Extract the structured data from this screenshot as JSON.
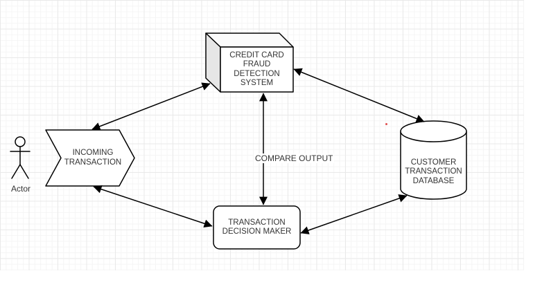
{
  "canvas": {
    "type": "drawio-grid-canvas",
    "colors": {
      "stroke": "#000000",
      "text": "#333333",
      "grid_minor": "#f5f5f5",
      "grid_major": "#e9e9e9",
      "cube_side": "#e6e6e6",
      "node_fill": "#ffffff",
      "accent_dot": "#e04f4f",
      "label_bg": "#ffffff"
    }
  },
  "nodes": {
    "fraud_system": {
      "type": "cube",
      "lines": [
        "CREDIT CARD",
        "FRAUD",
        "DETECTION",
        "SYSTEM"
      ]
    },
    "incoming_transaction": {
      "type": "step",
      "lines": [
        "INCOMING",
        "TRANSACTION"
      ]
    },
    "customer_db": {
      "type": "cylinder",
      "lines": [
        "CUSTOMER",
        "TRANSACTION",
        "DATABASE"
      ]
    },
    "decision_maker": {
      "type": "rounded-rectangle",
      "lines": [
        "TRANSACTION",
        "DECISION MAKER"
      ]
    },
    "actor": {
      "type": "actor",
      "label": "Actor"
    }
  },
  "edges": [
    {
      "id": "incoming-to-fraud",
      "from": "incoming_transaction",
      "to": "fraud_system",
      "bidirectional": true,
      "label": ""
    },
    {
      "id": "fraud-to-db",
      "from": "fraud_system",
      "to": "customer_db",
      "bidirectional": true,
      "label": ""
    },
    {
      "id": "incoming-to-decision",
      "from": "incoming_transaction",
      "to": "decision_maker",
      "bidirectional": true,
      "label": ""
    },
    {
      "id": "decision-to-db",
      "from": "decision_maker",
      "to": "customer_db",
      "bidirectional": true,
      "label": ""
    },
    {
      "id": "fraud-to-decision",
      "from": "fraud_system",
      "to": "decision_maker",
      "bidirectional": true,
      "label": "COMPARE OUTPUT"
    }
  ],
  "artifacts": {
    "red_dot": {
      "description": "small stray red dot near database cylinder"
    }
  }
}
